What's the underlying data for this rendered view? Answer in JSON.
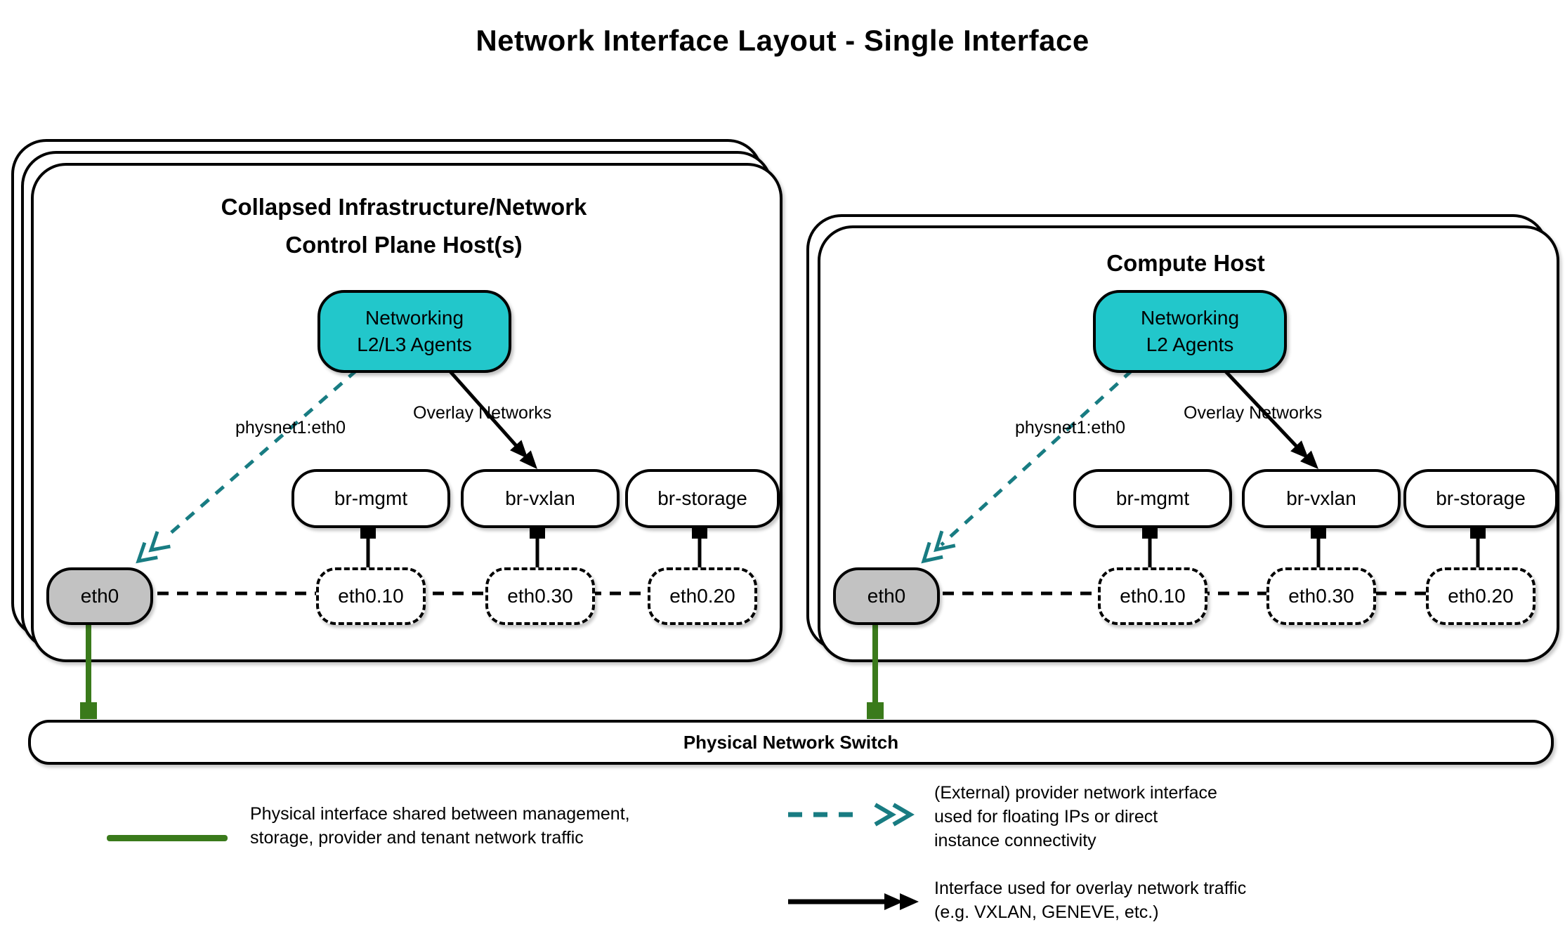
{
  "title": "Network Interface Layout - Single Interface",
  "colors": {
    "teal_fill": "#22C7CB",
    "teal_stroke": "#187C82",
    "green": "#3A7A1B",
    "gray_fill": "#C2C2C2",
    "ink": "#000000"
  },
  "left_host": {
    "title_line1": "Collapsed Infrastructure/Network",
    "title_line2": "Control Plane Host(s)",
    "agent_line1": "Networking",
    "agent_line2": "L2/L3 Agents",
    "physnet_label": "physnet1:eth0",
    "overlay_label": "Overlay Networks",
    "bridges": [
      "br-mgmt",
      "br-vxlan",
      "br-storage"
    ],
    "interfaces": [
      "eth0",
      "eth0.10",
      "eth0.30",
      "eth0.20"
    ]
  },
  "right_host": {
    "title": "Compute Host",
    "agent_line1": "Networking",
    "agent_line2": "L2 Agents",
    "physnet_label": "physnet1:eth0",
    "overlay_label": "Overlay Networks",
    "bridges": [
      "br-mgmt",
      "br-vxlan",
      "br-storage"
    ],
    "interfaces": [
      "eth0",
      "eth0.10",
      "eth0.30",
      "eth0.20"
    ]
  },
  "switch": {
    "label": "Physical Network Switch"
  },
  "legend": {
    "physical": {
      "line1": "Physical interface shared between management,",
      "line2": "storage, provider and tenant network traffic"
    },
    "provider": {
      "line1": "(External) provider network interface",
      "line2": "used for floating IPs or direct",
      "line3": "instance connectivity"
    },
    "overlay": {
      "line1": "Interface used for overlay network traffic",
      "line2": "(e.g. VXLAN, GENEVE, etc.)"
    }
  }
}
